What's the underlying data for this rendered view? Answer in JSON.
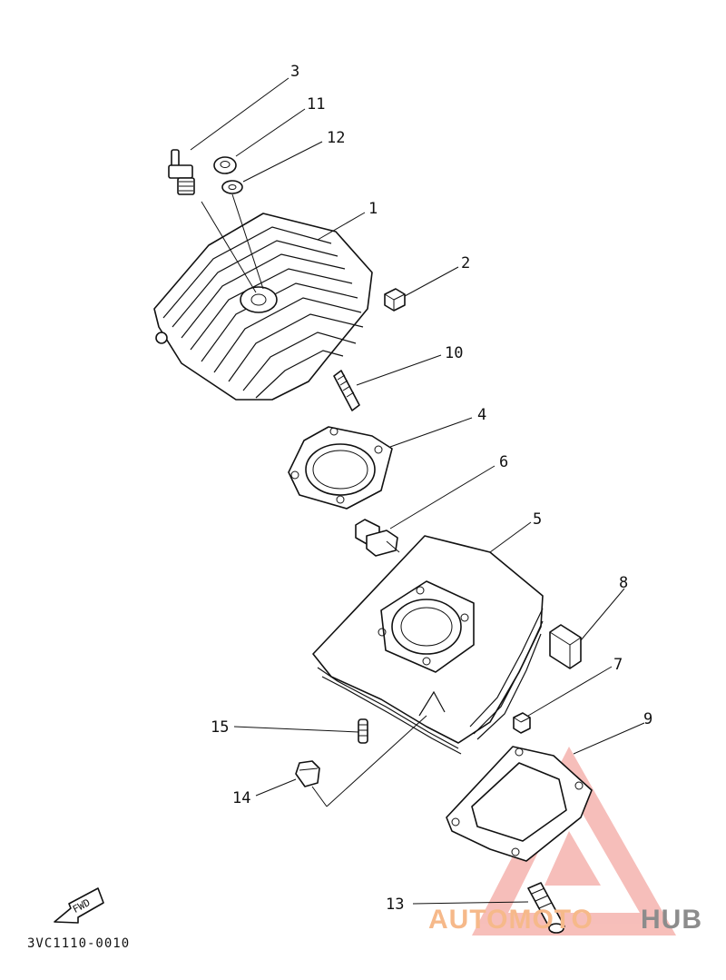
{
  "parts": [
    {
      "id": "p1",
      "number": "1"
    },
    {
      "id": "p2",
      "number": "2"
    },
    {
      "id": "p3",
      "number": "3"
    },
    {
      "id": "p4",
      "number": "4"
    },
    {
      "id": "p5",
      "number": "5"
    },
    {
      "id": "p6",
      "number": "6"
    },
    {
      "id": "p7",
      "number": "7"
    },
    {
      "id": "p8",
      "number": "8"
    },
    {
      "id": "p9",
      "number": "9"
    },
    {
      "id": "p10",
      "number": "10"
    },
    {
      "id": "p11",
      "number": "11"
    },
    {
      "id": "p12",
      "number": "12"
    },
    {
      "id": "p13",
      "number": "13"
    },
    {
      "id": "p14",
      "number": "14"
    },
    {
      "id": "p15",
      "number": "15"
    }
  ],
  "fwd_label": "FWD",
  "diagram_code": "3VC1110-0010",
  "watermark": {
    "part1": "AUTOMOTO",
    "part2": "HUB",
    "accent_color": "#e8534a"
  }
}
